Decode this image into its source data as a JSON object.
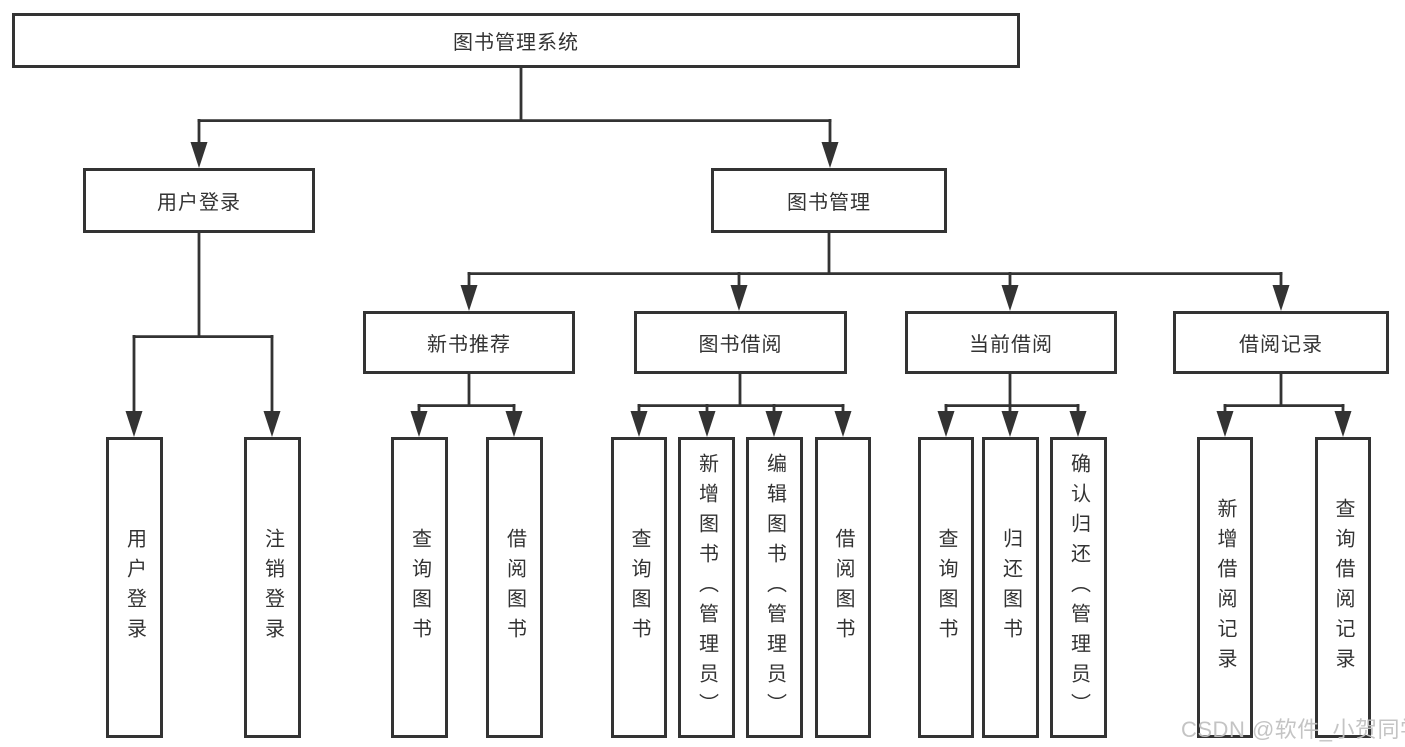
{
  "diagram": {
    "root": {
      "label": "图书管理系统"
    },
    "user_login": {
      "label": "用户登录",
      "children": [
        {
          "label": "用户登录"
        },
        {
          "label": "注销登录"
        }
      ]
    },
    "book_management": {
      "label": "图书管理",
      "groups": [
        {
          "label": "新书推荐",
          "children": [
            {
              "label": "查询图书"
            },
            {
              "label": "借阅图书"
            }
          ]
        },
        {
          "label": "图书借阅",
          "children": [
            {
              "label": "查询图书"
            },
            {
              "label": "新增图书（管理员）"
            },
            {
              "label": "编辑图书（管理员）"
            },
            {
              "label": "借阅图书"
            }
          ]
        },
        {
          "label": "当前借阅",
          "children": [
            {
              "label": "查询图书"
            },
            {
              "label": "归还图书"
            },
            {
              "label": "确认归还（管理员）"
            }
          ]
        },
        {
          "label": "借阅记录",
          "children": [
            {
              "label": "新增借阅记录"
            },
            {
              "label": "查询借阅记录"
            }
          ]
        }
      ]
    }
  },
  "watermark": "CSDN @软件_小贺同学",
  "colors": {
    "line": "#333333",
    "text": "#333333",
    "box_background": "#ffffff",
    "watermark": "#c1c1c1",
    "page_background": "#ffffff"
  }
}
